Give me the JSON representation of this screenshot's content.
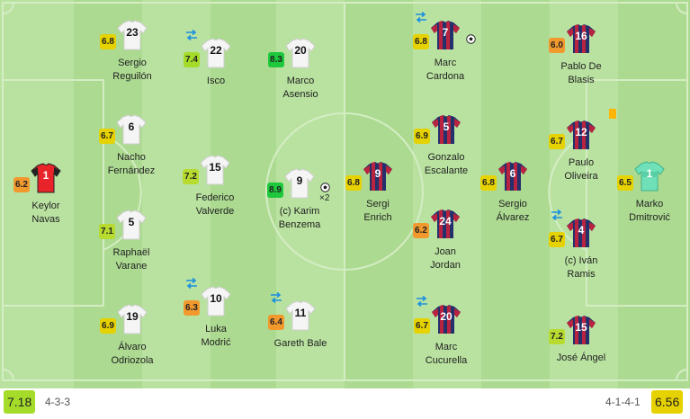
{
  "home": {
    "team_rating": "7.18",
    "formation": "4-3-3",
    "players": [
      {
        "id": "navas",
        "number": "1",
        "name_line1": "Keylor",
        "name_line2": "Navas",
        "rating": "6.2",
        "rating_color": "#f2992e",
        "shirt": "gk-home"
      },
      {
        "id": "reguilon",
        "number": "23",
        "name_line1": "Sergio",
        "name_line2": "Reguilón",
        "rating": "6.8",
        "rating_color": "#e6d200",
        "shirt": "white"
      },
      {
        "id": "nacho",
        "number": "6",
        "name_line1": "Nacho",
        "name_line2": "Fernández",
        "rating": "6.7",
        "rating_color": "#e6d200",
        "shirt": "white"
      },
      {
        "id": "varane",
        "number": "5",
        "name_line1": "Raphaël",
        "name_line2": "Varane",
        "rating": "7.1",
        "rating_color": "#b7db2f",
        "shirt": "white"
      },
      {
        "id": "odriozola",
        "number": "19",
        "name_line1": "Álvaro",
        "name_line2": "Odriozola",
        "rating": "6.9",
        "rating_color": "#e6d200",
        "shirt": "white"
      },
      {
        "id": "isco",
        "number": "22",
        "name_line1": "Isco",
        "name_line2": "",
        "rating": "7.4",
        "rating_color": "#a5dc2a",
        "shirt": "white",
        "sub": true
      },
      {
        "id": "valverde",
        "number": "15",
        "name_line1": "Federico",
        "name_line2": "Valverde",
        "rating": "7.2",
        "rating_color": "#b7db2f",
        "shirt": "white"
      },
      {
        "id": "modric",
        "number": "10",
        "name_line1": "Luka",
        "name_line2": "Modrić",
        "rating": "6.3",
        "rating_color": "#f2992e",
        "shirt": "white",
        "sub": true
      },
      {
        "id": "asensio",
        "number": "20",
        "name_line1": "Marco",
        "name_line2": "Asensio",
        "rating": "8.3",
        "rating_color": "#1ec83c",
        "shirt": "white"
      },
      {
        "id": "benzema",
        "number": "9",
        "name_line1": "(c) Karim",
        "name_line2": "Benzema",
        "rating": "8.9",
        "rating_color": "#1ec83c",
        "shirt": "white",
        "goals": "×2"
      },
      {
        "id": "bale",
        "number": "11",
        "name_line1": "Gareth Bale",
        "name_line2": "",
        "rating": "6.4",
        "rating_color": "#f2992e",
        "shirt": "white",
        "sub": true
      }
    ]
  },
  "away": {
    "team_rating": "6.56",
    "formation": "4-1-4-1",
    "players": [
      {
        "id": "cardona",
        "number": "7",
        "name_line1": "Marc",
        "name_line2": "Cardona",
        "rating": "6.8",
        "rating_color": "#e6d200",
        "shirt": "stripe",
        "sub": true,
        "goal": true
      },
      {
        "id": "escalante",
        "number": "5",
        "name_line1": "Gonzalo",
        "name_line2": "Escalante",
        "rating": "6.9",
        "rating_color": "#e6d200",
        "shirt": "stripe"
      },
      {
        "id": "enrich",
        "number": "9",
        "name_line1": "Sergi",
        "name_line2": "Enrich",
        "rating": "6.8",
        "rating_color": "#e6d200",
        "shirt": "stripe"
      },
      {
        "id": "jordan",
        "number": "24",
        "name_line1": "Joan",
        "name_line2": "Jordan",
        "rating": "6.2",
        "rating_color": "#f2992e",
        "shirt": "stripe"
      },
      {
        "id": "cucurella",
        "number": "20",
        "name_line1": "Marc",
        "name_line2": "Cucurella",
        "rating": "6.7",
        "rating_color": "#e6d200",
        "shirt": "stripe",
        "sub": true
      },
      {
        "id": "alvarez",
        "number": "6",
        "name_line1": "Sergio",
        "name_line2": "Álvarez",
        "rating": "6.8",
        "rating_color": "#e6d200",
        "shirt": "stripe"
      },
      {
        "id": "deblasis",
        "number": "16",
        "name_line1": "Pablo De",
        "name_line2": "Blasis",
        "rating": "6.0",
        "rating_color": "#f2992e",
        "shirt": "stripe"
      },
      {
        "id": "oliveira",
        "number": "12",
        "name_line1": "Paulo",
        "name_line2": "Oliveira",
        "rating": "6.7",
        "rating_color": "#e6d200",
        "shirt": "stripe",
        "yellow": true
      },
      {
        "id": "ramis",
        "number": "4",
        "name_line1": "(c) Iván",
        "name_line2": "Ramis",
        "rating": "6.7",
        "rating_color": "#e6d200",
        "shirt": "stripe",
        "sub": true
      },
      {
        "id": "angel",
        "number": "15",
        "name_line1": "José Ángel",
        "name_line2": "",
        "rating": "7.2",
        "rating_color": "#b7db2f",
        "shirt": "stripe"
      },
      {
        "id": "dmitrovic",
        "number": "1",
        "name_line1": "Marko",
        "name_line2": "Dmitrović",
        "rating": "6.5",
        "rating_color": "#e6d200",
        "shirt": "gk-away"
      }
    ]
  },
  "colors": {
    "pitch_light": "#b5e09b",
    "pitch_dark": "#a8d88c",
    "line": "#d7efc6",
    "home_rating_bg": "#a5dc2a",
    "away_rating_bg": "#e6d200"
  }
}
